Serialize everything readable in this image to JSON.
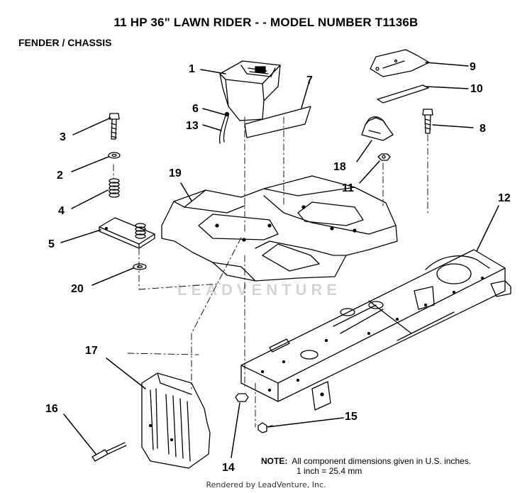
{
  "title": "11 HP 36\" LAWN RIDER - - MODEL NUMBER T1136B",
  "subtitle": "FENDER / CHASSIS",
  "watermark": "LEADVENTURE",
  "note": {
    "label": "NOTE:",
    "line1": "All component dimensions given in U.S. inches.",
    "line2": "1 inch = 25.4 mm"
  },
  "credit": "Rendered by LeadVenture, Inc.",
  "callouts": [
    "1",
    "2",
    "3",
    "4",
    "5",
    "6",
    "7",
    "8",
    "9",
    "10",
    "11",
    "12",
    "13",
    "14",
    "15",
    "16",
    "17",
    "18",
    "19",
    "20"
  ],
  "colors": {
    "line": "#000000",
    "watermark": "#d4d4d4"
  }
}
